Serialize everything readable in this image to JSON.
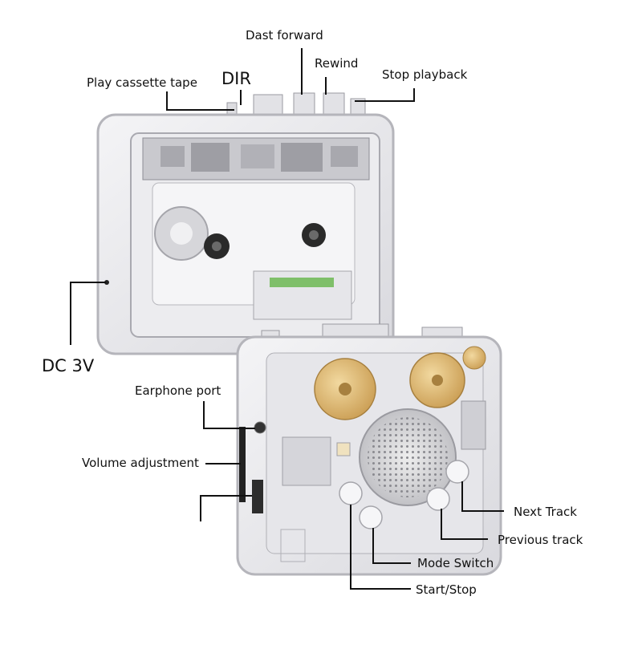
{
  "labels": {
    "fast_forward": "Dast forward",
    "rewind": "Rewind",
    "stop_playback": "Stop playback",
    "play_cassette": "Play cassette tape",
    "dir": "DIR",
    "dc": "DC 3V",
    "earphone": "Earphone port",
    "volume": "Volume adjustment",
    "next_track": "Next Track",
    "previous_track": "Previous track",
    "mode_switch": "Mode Switch",
    "start_stop": "Start/Stop"
  },
  "colors": {
    "body": "#e9e9ec",
    "frame": "#c9c9ce",
    "gold": "#d8b36a",
    "knob": "#2a2a2a",
    "line": "#111111"
  }
}
